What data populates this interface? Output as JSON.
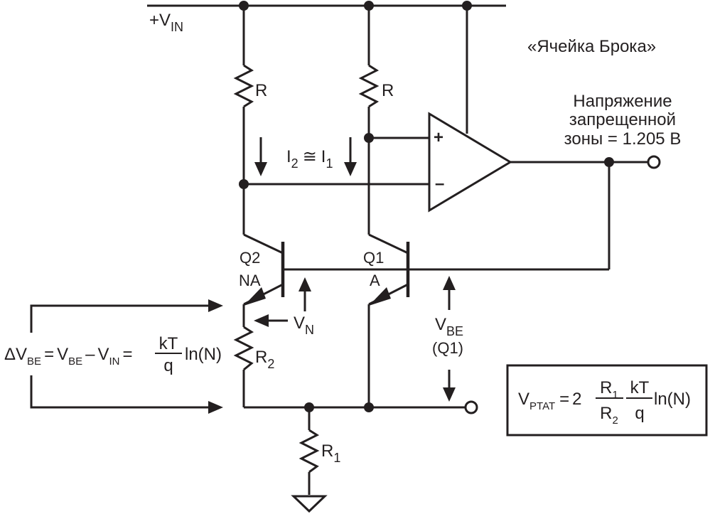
{
  "supply": {
    "main": "+V",
    "sub": "IN"
  },
  "title": "«Ячейка Брока»",
  "resistor_labels": {
    "top_left": "R",
    "top_right": "R",
    "emitter": {
      "main": "R",
      "sub": "2"
    },
    "bottom": {
      "main": "R",
      "sub": "1"
    }
  },
  "currents": {
    "i2_main": "I",
    "i2_sub": "2",
    "approx": "≅",
    "i1_main": "I",
    "i1_sub": "1"
  },
  "opamp": {
    "plus": "+",
    "minus": "–"
  },
  "output_label": {
    "line1": "Напряжение",
    "line2": "запрещенной",
    "line3": "зоны = 1.205 В"
  },
  "transistors": {
    "q2": {
      "name": "Q2",
      "area": "NA"
    },
    "q1": {
      "name": "Q1",
      "area": "A"
    }
  },
  "vn": {
    "main": "V",
    "sub": "N"
  },
  "vbe": {
    "main": "V",
    "sub": "BE",
    "note": "(Q1)"
  },
  "delta_formula": {
    "delta": "Δ",
    "v1": "V",
    "v1_sub": "BE",
    "eq1": "=",
    "v2": "V",
    "v2_sub": "BE",
    "minus": "–",
    "v3": "V",
    "v3_sub": "IN",
    "eq2": "=",
    "num": "kT",
    "den": "q",
    "ln": "ln(N)"
  },
  "ptat_formula": {
    "v": "V",
    "v_sub": "PTAT",
    "eq": "=",
    "coef": "2",
    "r_num": "R",
    "r_num_sub": "1",
    "r_den": "R",
    "r_den_sub": "2",
    "num": "kT",
    "den": "q",
    "ln": "ln(N)"
  }
}
